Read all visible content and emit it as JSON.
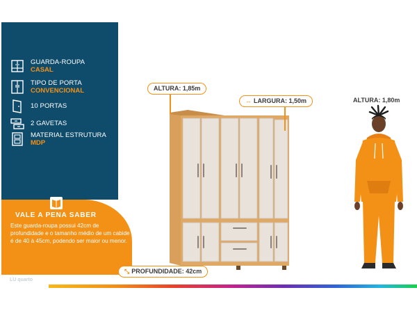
{
  "specs": [
    {
      "label": "GUARDA-ROUPA",
      "value": "CASAL",
      "icon": "wardrobe-icon"
    },
    {
      "label": "TIPO DE PORTA",
      "value": "CONVENCIONAL",
      "icon": "door-icon"
    },
    {
      "label": "10  PORTAS",
      "value": "",
      "icon": "doors-icon"
    },
    {
      "label": "2 GAVETAS",
      "value": "",
      "icon": "drawers-icon"
    },
    {
      "label": "MATERIAL ESTRUTURA",
      "value": "MDP",
      "icon": "structure-icon"
    }
  ],
  "tip": {
    "title": "VALE A PENA SABER",
    "body": "Este guarda-roupa possui 42cm de profundidade e o tamanho médio de um cabide é de 40 à 45cm, podendo ser maior ou menor."
  },
  "callouts": {
    "height": "ALTURA: 1,85m",
    "width": "LARGURA: 1,50m",
    "depth": "PROFUNDIDADE: 42cm",
    "person_height": "ALTURA: 1,80m"
  },
  "brand": "LU quarto",
  "colors": {
    "navy": "#0f4c6c",
    "orange": "#f39016",
    "wood": "#d9a05b",
    "door": "#e9e2db"
  }
}
